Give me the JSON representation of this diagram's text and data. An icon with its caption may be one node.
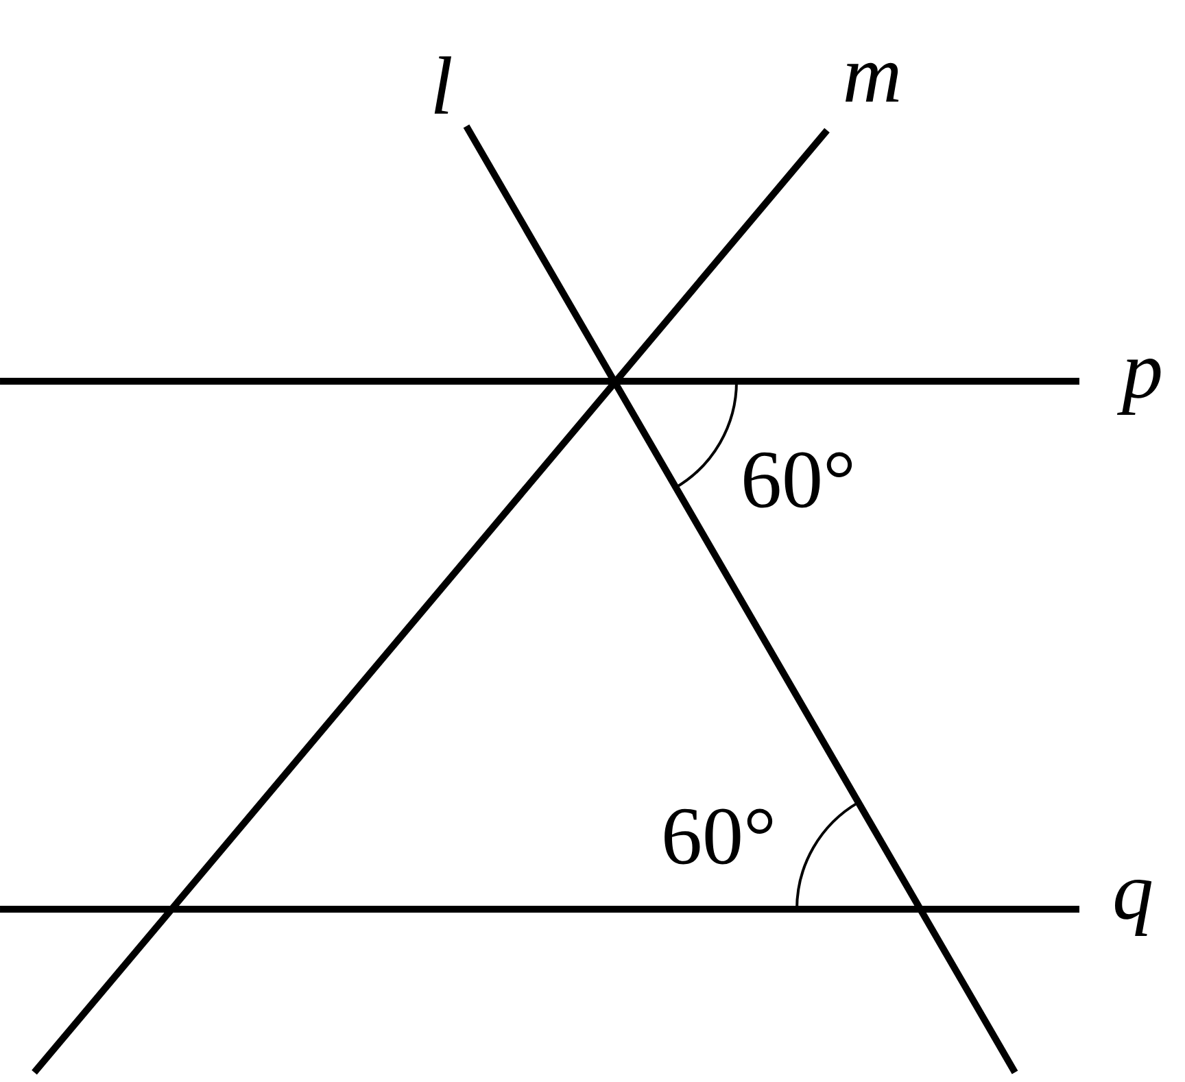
{
  "diagram": {
    "labels": [
      "l",
      "m",
      "p",
      "60°",
      "60°",
      "q"
    ]
  }
}
